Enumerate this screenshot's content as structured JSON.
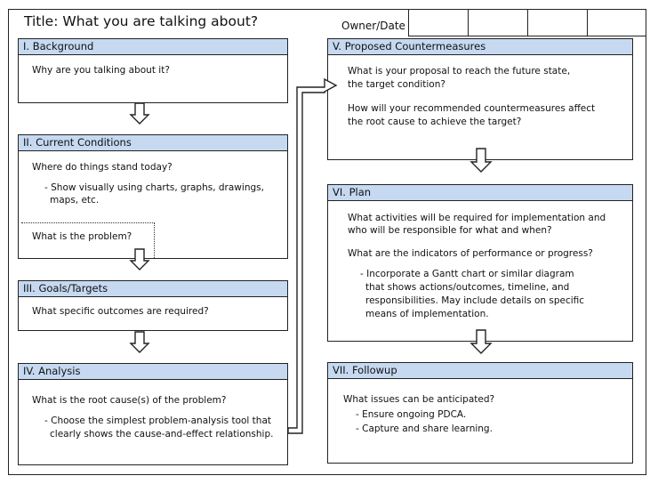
{
  "title": "Title: What you are talking about?",
  "owner_label": "Owner/Date",
  "sections": {
    "background": {
      "header": "I. Background",
      "lines": [
        "Why are you talking about it?"
      ]
    },
    "current": {
      "header": "II. Current Conditions",
      "lines": [
        "Where do things stand today?",
        "- Show visually using charts, graphs, drawings,",
        "maps, etc.",
        "What is the problem?"
      ]
    },
    "goals": {
      "header": "III. Goals/Targets",
      "lines": [
        "What specific outcomes are required?"
      ]
    },
    "analysis": {
      "header": "IV. Analysis",
      "lines": [
        "What is the root cause(s) of the problem?",
        "- Choose the simplest problem-analysis tool that",
        "clearly shows the cause-and-effect relationship."
      ]
    },
    "countermeasures": {
      "header": "V. Proposed  Countermeasures",
      "lines": [
        "What is your proposal to reach the future state,",
        "the target condition?",
        "How will your recommended countermeasures affect",
        "the root cause to achieve the target?"
      ]
    },
    "plan": {
      "header": "VI. Plan",
      "lines": [
        "What activities will be required for implementation and",
        "who will be responsible for what and when?",
        "What are the indicators of performance or progress?",
        "- Incorporate a Gantt chart or similar diagram",
        "that shows actions/outcomes, timeline, and",
        "responsibilities. May include details on specific",
        "means of implementation."
      ]
    },
    "followup": {
      "header": "VII. Followup",
      "lines": [
        "What issues can be anticipated?",
        "- Ensure ongoing PDCA.",
        "- Capture and share learning."
      ]
    }
  },
  "colors": {
    "header_fill": "#c6d9f1",
    "border": "#222222"
  }
}
